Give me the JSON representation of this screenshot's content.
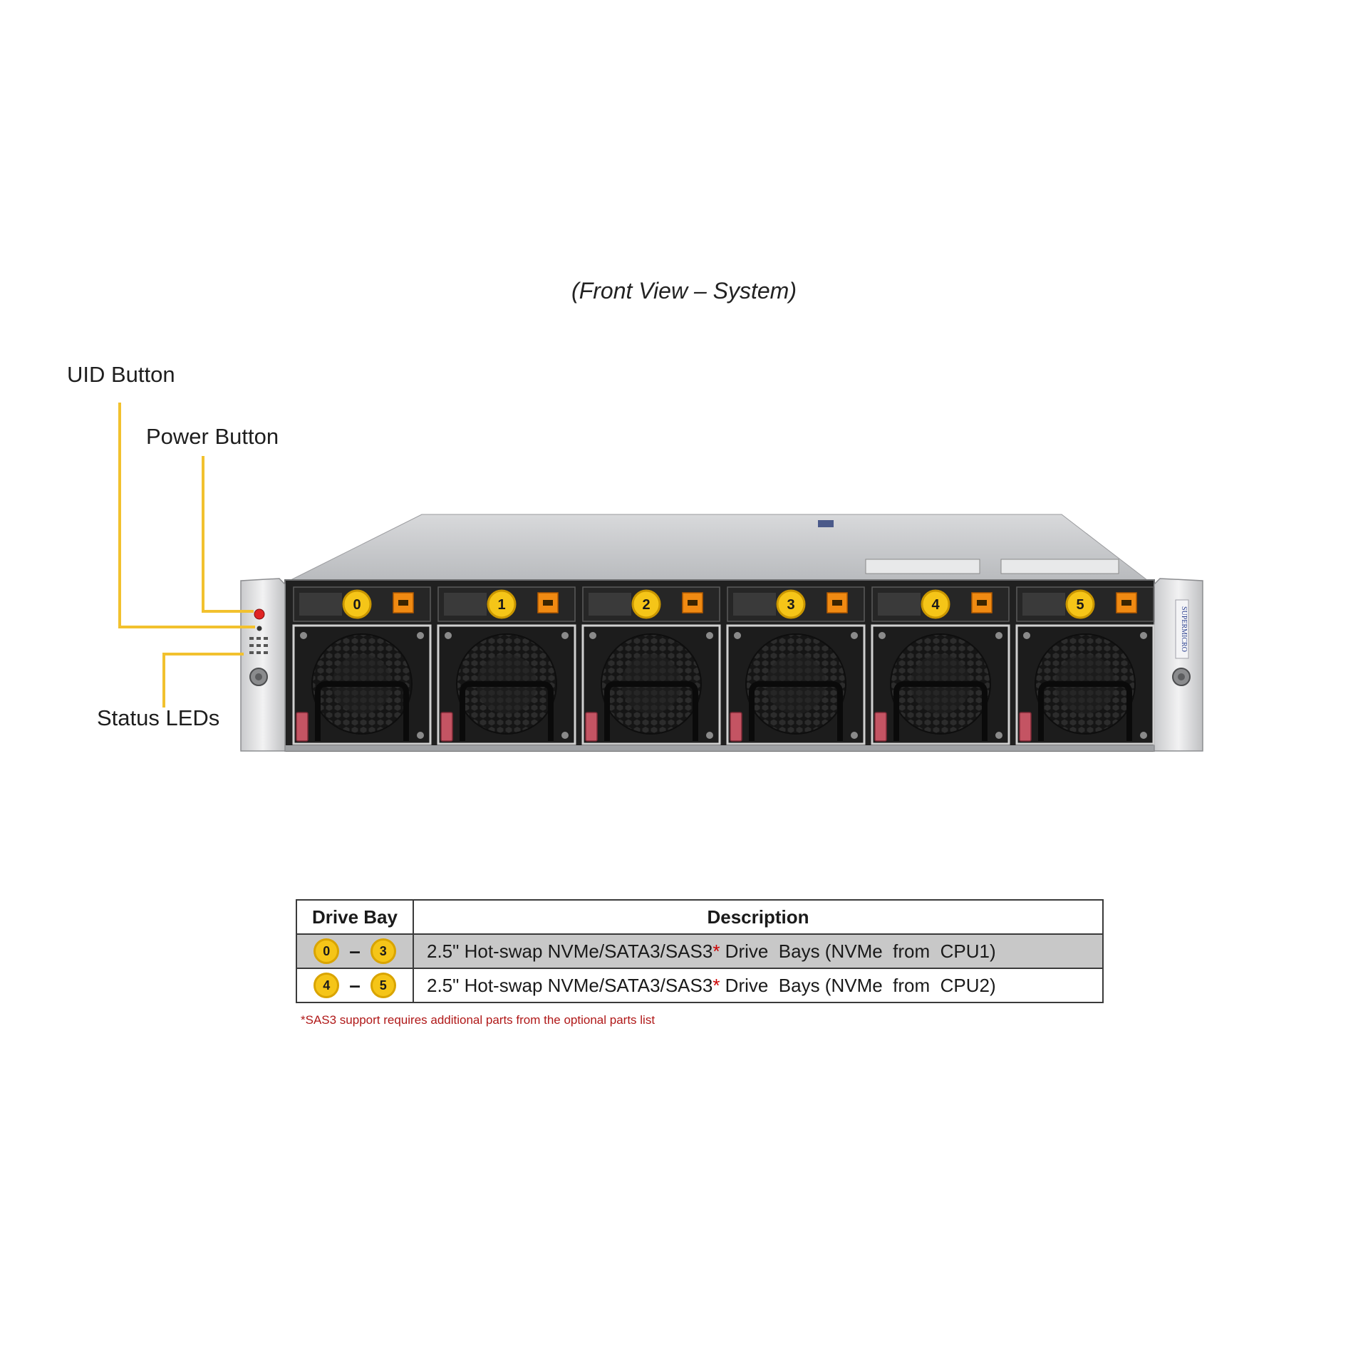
{
  "caption": "(Front View – System)",
  "callouts": {
    "uid_button": "UID Button",
    "power_button": "Power Button",
    "status_leds": "Status LEDs"
  },
  "callout_color": "#f2c12e",
  "badge_color": "#f5c518",
  "drive_bays": [
    "0",
    "1",
    "2",
    "3",
    "4",
    "5"
  ],
  "bay_row": 6,
  "table": {
    "headers": {
      "bay": "Drive Bay",
      "description": "Description"
    },
    "dash": "–",
    "rows": [
      {
        "from": "0",
        "to": "3",
        "description": "2.5\" Hot-swap NVMe/SATA3/SAS3",
        "asterisk": "*",
        "description_tail": " Drive  Bays (NVMe  from  CPU1)"
      },
      {
        "from": "4",
        "to": "5",
        "description": "2.5\" Hot-swap NVMe/SATA3/SAS3",
        "asterisk": "*",
        "description_tail": " Drive  Bays (NVMe  from  CPU2)"
      }
    ]
  },
  "footnote": "*SAS3 support requires  additional parts  from the optional parts list",
  "brand_text": "SUPERMICRO"
}
